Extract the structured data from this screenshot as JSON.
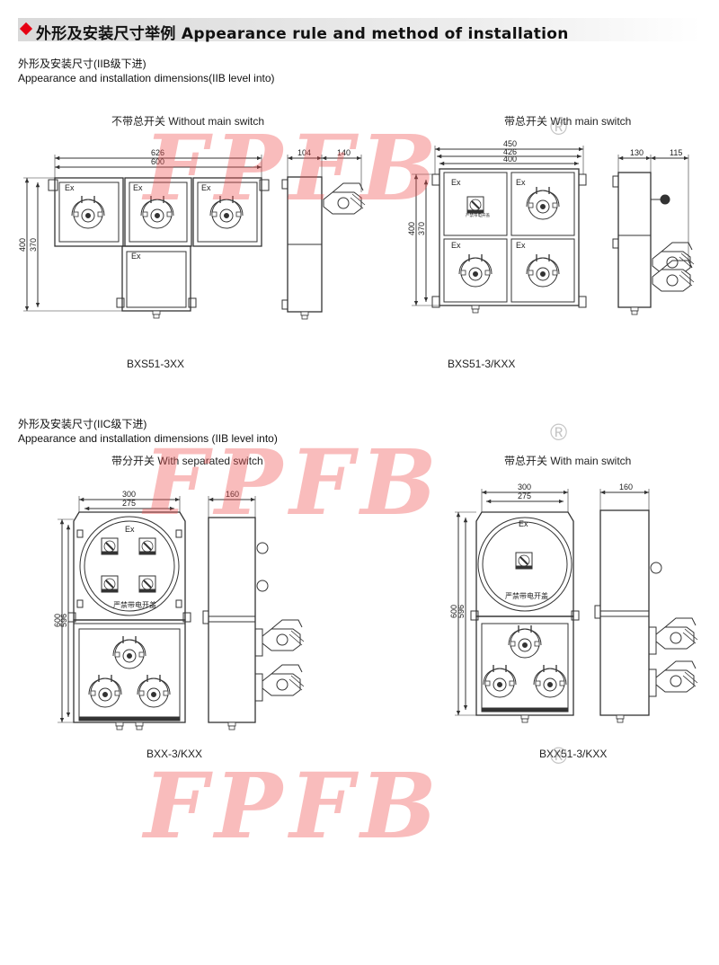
{
  "header": {
    "title": "外形及安装尺寸举例 Appearance rule and method of installation"
  },
  "section1": {
    "title_cn": "外形及安装尺寸(IIB级下进)",
    "title_en": "Appearance and installation dimensions(IIB level into)"
  },
  "section2": {
    "title_cn": "外形及安装尺寸(IIC级下进)",
    "title_en": "Appearance and installation dimensions  (IIB level into)"
  },
  "drawings": [
    {
      "caption": "不带总开关 Without main switch",
      "model": "BXS51-3XX",
      "dims": {
        "d626": "626",
        "d600": "600",
        "d104": "104",
        "d140": "140",
        "d400": "400",
        "d370": "370"
      }
    },
    {
      "caption": "带总开关 With main switch",
      "model": "BXS51-3/KXX",
      "dims": {
        "d450": "450",
        "d426": "426",
        "d400w": "400",
        "d130": "130",
        "d115": "115",
        "d400": "400",
        "d370": "370"
      }
    },
    {
      "caption": "带分开关 With separated switch",
      "model": "BXX-3/KXX",
      "dims": {
        "d300": "300",
        "d275": "275",
        "d160": "160",
        "d600": "600",
        "d596": "596"
      }
    },
    {
      "caption": "带总开关 With main switch",
      "model": "BXX51-3/KXX",
      "dims": {
        "d300": "300",
        "d275": "275",
        "d160": "160",
        "d600": "600",
        "d596": "596"
      }
    }
  ],
  "labels": {
    "ex": "Ex",
    "warning": "严禁带电开盖",
    "warning_small": "严禁带电开盖"
  },
  "watermark": {
    "text": "FPFB",
    "registered": "®"
  },
  "colors": {
    "accent": "#e60012",
    "watermark": "#ee5050",
    "line": "#333333"
  }
}
